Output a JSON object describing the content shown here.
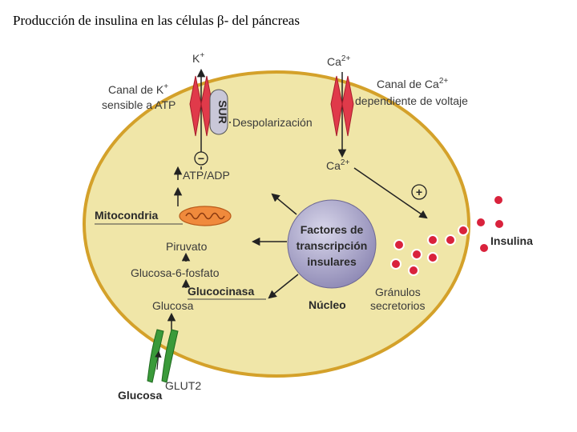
{
  "title": "Producción de insulina en las células β- del páncreas",
  "labels": {
    "k_ion": "K",
    "k_sup": "+",
    "ca_ion": "Ca",
    "ca_sup": "2+",
    "k_channel_1": "Canal de K",
    "k_channel_sup": "+",
    "k_channel_2": "sensible a ATP",
    "sur": "SUR",
    "ca_channel_1": "Canal de Ca",
    "ca_channel_sup": "2+",
    "ca_channel_2": "dependiente de voltaje",
    "depolarization": "Despolarización",
    "minus": "−",
    "atp_adp": "ATP/ADP",
    "ca_inner": "Ca",
    "ca_inner_sup": "2+",
    "plus": "+",
    "mitochondria": "Mitocondria",
    "nucleus_1": "Factores de",
    "nucleus_2": "transcripción",
    "nucleus_3": "insulares",
    "pyruvate": "Piruvato",
    "g6p": "Glucosa-6-fosfato",
    "glucokinase": "Glucocinasa",
    "glucose_in": "Glucosa",
    "nucleus_label": "Núcleo",
    "granules_1": "Gránulos",
    "granules_2": "secretorios",
    "insulin": "Insulina",
    "glut2": "GLUT2",
    "glucose_out": "Glucosa"
  },
  "colors": {
    "cell_fill": "#f0e6a8",
    "cell_border": "#d4a12a",
    "channel": "#e03a4a",
    "nucleus": "#9d99c0",
    "mitochondria": "#f08a3c",
    "granule": "#d9223c",
    "transporter": "#3a9a3a"
  }
}
